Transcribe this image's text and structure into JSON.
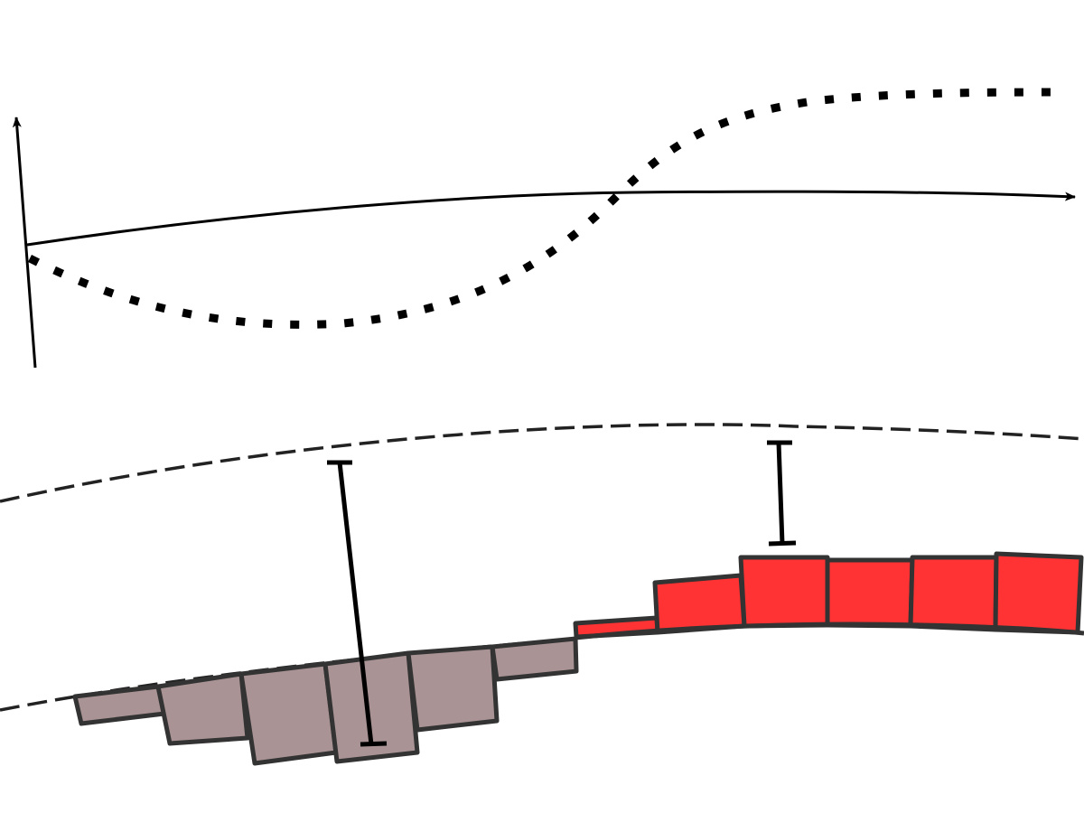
{
  "figure": {
    "description_free": true,
    "colors": {
      "stroke": "#000000",
      "bar_stroke": "#333333",
      "dashed_curve": "#222222",
      "negative_bar_fill": "#a99394",
      "positive_bar_fill": "#ff3333"
    },
    "upper_panel": {
      "has_vertical_axis_arrow": true,
      "has_horizontal_axis_arrow": true,
      "dotted_wave": true
    },
    "lower_panel": {
      "negative_bar_count": 6,
      "positive_bar_count": 6,
      "error_bar_count": 2
    }
  }
}
